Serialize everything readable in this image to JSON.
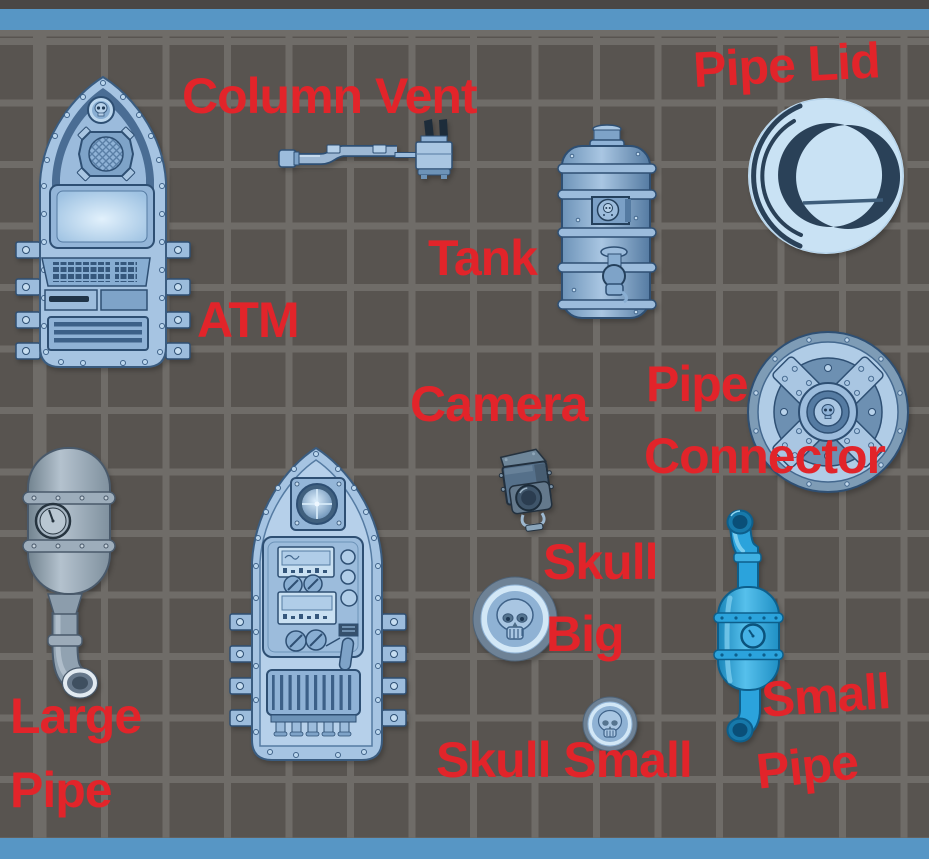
{
  "labels": {
    "column_vent": {
      "lines": [
        "Column Vent"
      ]
    },
    "pipe_lid": {
      "lines": [
        "Pipe Lid"
      ]
    },
    "tank": {
      "lines": [
        "Tank"
      ]
    },
    "atm": {
      "lines": [
        "ATM"
      ]
    },
    "camera": {
      "lines": [
        "Camera"
      ]
    },
    "pipe_connector": {
      "lines": [
        "Pipe",
        "Connector"
      ]
    },
    "skull_big": {
      "lines": [
        "Skull",
        "Big"
      ]
    },
    "skull_small": {
      "lines": [
        "Skull Small"
      ]
    },
    "large_pipe": {
      "lines": [
        "Large",
        "Pipe"
      ]
    },
    "small_pipe": {
      "lines": [
        "Small",
        "Pipe"
      ]
    }
  },
  "objects_on_plate_count": 11,
  "colors": {
    "label_red": "#e2242a",
    "top_strip_gray": "#4a4745",
    "plate_edge_blue": "#5796c5",
    "plate_cell_gray": "#585450",
    "plate_line_gray": "#6f6c68",
    "model_steel_blue_light": "#a9c6e2",
    "model_steel_blue_mid": "#7ea3c8",
    "model_steel_blue_outline": "#2e4f73",
    "pipe_lid_pale_blue": "#c9e2f4",
    "pipe_lid_shadow_navy": "#2a4158",
    "small_pipe_vivid_blue": "#2ba3dc",
    "large_pipe_gray_blue": "#8c9dac",
    "camera_slate_blue": "#55708a"
  }
}
